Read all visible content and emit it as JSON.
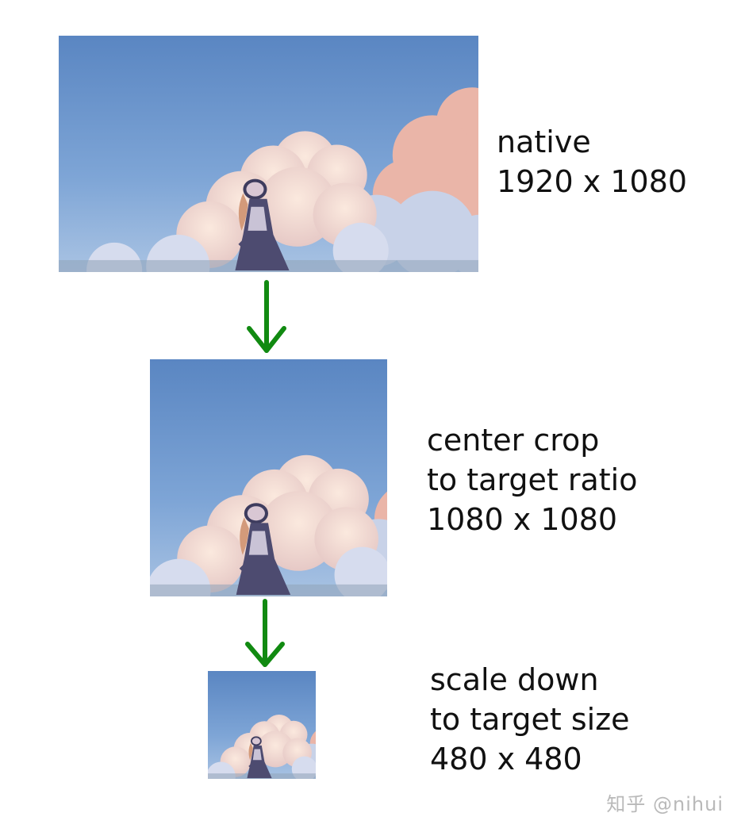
{
  "colors": {
    "arrow": "#118a11",
    "sky_top": "#5b88c3",
    "sky_bottom": "#8fb3df",
    "cloud": "#f4dccf",
    "cloud_pink": "#eab3a7",
    "figure": "#4b4a6d"
  },
  "steps": [
    {
      "image_icon": "landscape-painting",
      "caption_lines": [
        "native",
        "1920 x 1080"
      ]
    },
    {
      "image_icon": "landscape-painting-square-crop",
      "caption_lines": [
        "center crop",
        "to target ratio",
        "1080 x 1080"
      ]
    },
    {
      "image_icon": "landscape-painting-small",
      "caption_lines": [
        "scale down",
        "to target size",
        "480 x 480"
      ]
    }
  ],
  "arrows": [
    {
      "icon": "down-arrow-icon"
    },
    {
      "icon": "down-arrow-icon"
    }
  ],
  "watermark": "知乎 @nihui"
}
